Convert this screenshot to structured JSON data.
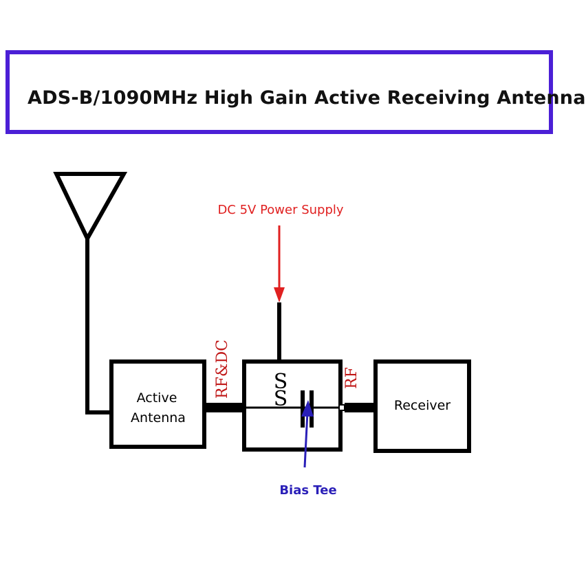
{
  "title": "ADS-B/1090MHz High Gain Active Receiving Antenna",
  "labels": {
    "power_supply": "DC 5V Power Supply",
    "bias_tee": "Bias Tee",
    "rf_dc": "RF&DC",
    "rf": "RF",
    "active_antenna_line1": "Active",
    "active_antenna_line2": "Antenna",
    "receiver": "Receiver",
    "coil_symbol_top": "S",
    "coil_symbol_bottom": "S"
  },
  "colors": {
    "title_border": "#4b1fd6",
    "power_supply": "#e02020",
    "bias_tee": "#2a1fb8",
    "rf_labels": "#c01818",
    "lines": "#000000"
  }
}
